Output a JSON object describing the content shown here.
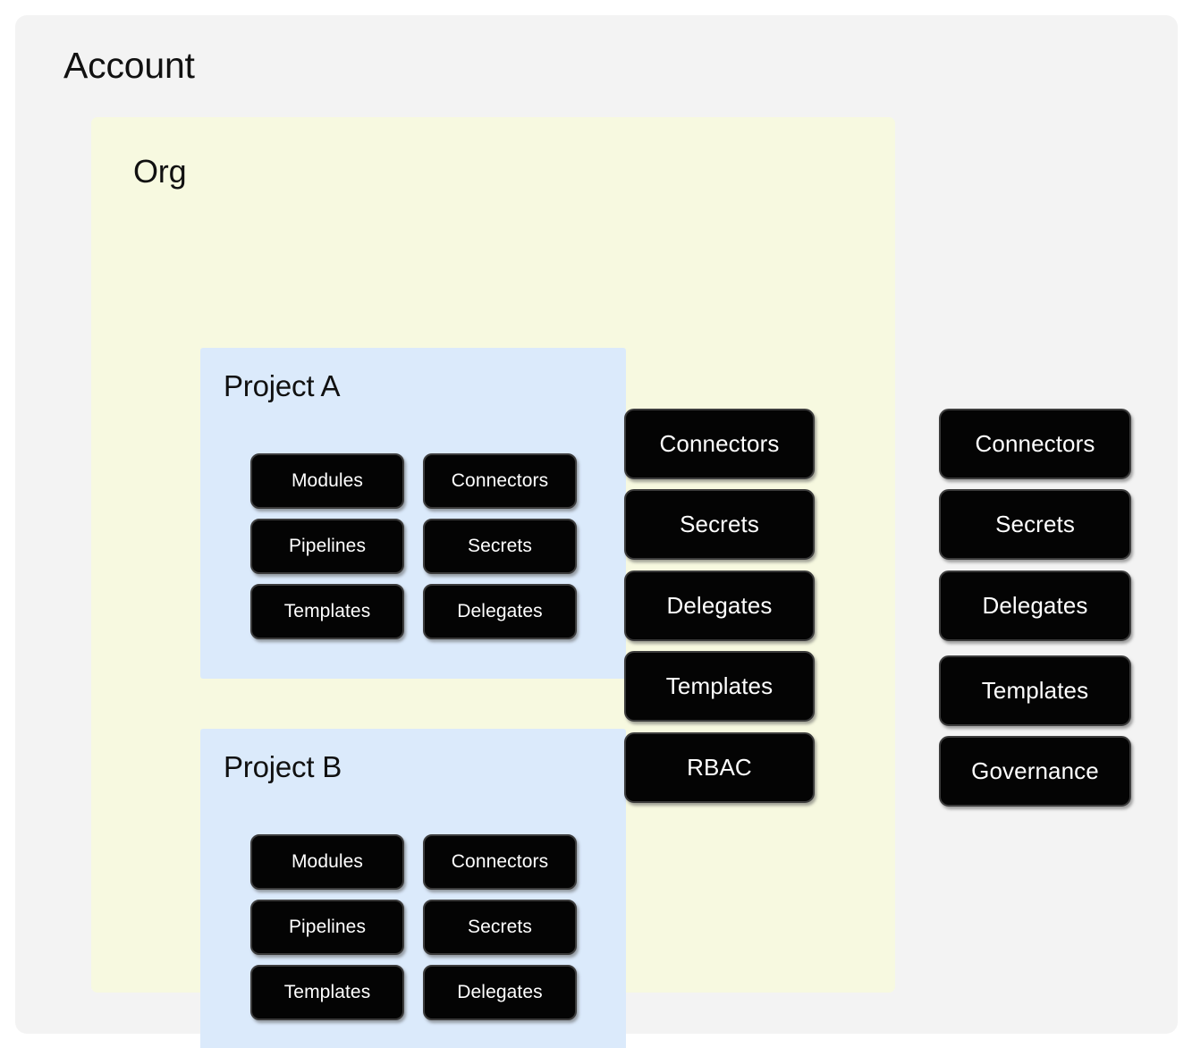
{
  "diagram": {
    "title": "Account",
    "type": "nested-scope-hierarchy",
    "colors": {
      "page_background": "#ffffff",
      "account_background": "#f3f3f3",
      "org_background": "#f7f9e0",
      "project_background": "#dbeafb",
      "chip_fill": "#040404",
      "chip_border": "#3c3c3c",
      "chip_text": "#ffffff",
      "heading_text": "#111111"
    }
  },
  "account": {
    "label": "Account",
    "scope_items": [
      {
        "label": "Connectors"
      },
      {
        "label": "Secrets"
      },
      {
        "label": "Delegates"
      },
      {
        "label": "Templates"
      },
      {
        "label": "Governance"
      }
    ]
  },
  "org": {
    "label": "Org",
    "scope_items": [
      {
        "label": "Connectors"
      },
      {
        "label": "Secrets"
      },
      {
        "label": "Delegates"
      },
      {
        "label": "Templates"
      },
      {
        "label": "RBAC"
      }
    ]
  },
  "projects": [
    {
      "label": "Project A",
      "scope_items_left": [
        {
          "label": "Modules"
        },
        {
          "label": "Pipelines"
        },
        {
          "label": "Templates"
        }
      ],
      "scope_items_right": [
        {
          "label": "Connectors"
        },
        {
          "label": "Secrets"
        },
        {
          "label": "Delegates"
        }
      ]
    },
    {
      "label": "Project B",
      "scope_items_left": [
        {
          "label": "Modules"
        },
        {
          "label": "Pipelines"
        },
        {
          "label": "Templates"
        }
      ],
      "scope_items_right": [
        {
          "label": "Connectors"
        },
        {
          "label": "Secrets"
        },
        {
          "label": "Delegates"
        }
      ]
    }
  ]
}
